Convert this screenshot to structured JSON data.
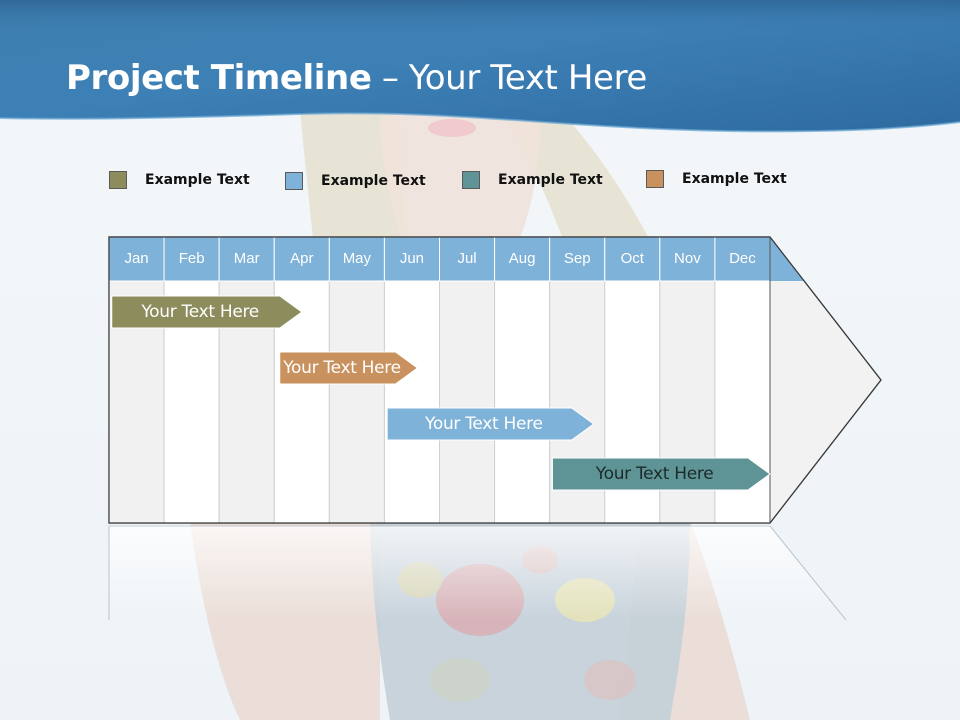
{
  "title": {
    "bold": "Project Timeline",
    "rest": " – Your Text Here"
  },
  "legend": [
    {
      "label": "Example Text",
      "color": "#8c8c5c"
    },
    {
      "label": "Example Text",
      "color": "#7fb2d8"
    },
    {
      "label": "Example Text",
      "color": "#5f9496"
    },
    {
      "label": "Example Text",
      "color": "#c8915e"
    }
  ],
  "months": [
    "Jan",
    "Feb",
    "Mar",
    "Apr",
    "May",
    "Jun",
    "Jul",
    "Aug",
    "Sep",
    "Oct",
    "Nov",
    "Dec"
  ],
  "tasks": [
    {
      "label": "Your  Text Here",
      "start_month": 0.05,
      "end_month": 3.5,
      "color": "#8c8c5c"
    },
    {
      "label": "Your  Text Here",
      "start_month": 3.1,
      "end_month": 5.6,
      "color": "#c8915e"
    },
    {
      "label": "Your  Text Here",
      "start_month": 5.05,
      "end_month": 8.8,
      "color": "#7fb2d8"
    },
    {
      "label": "Your  Text Here",
      "start_month": 8.05,
      "end_month": 12.0,
      "color": "#5f9496"
    }
  ],
  "colors": {
    "header_blue": "#3a7fb4",
    "month_header": "#7fb2d8"
  }
}
